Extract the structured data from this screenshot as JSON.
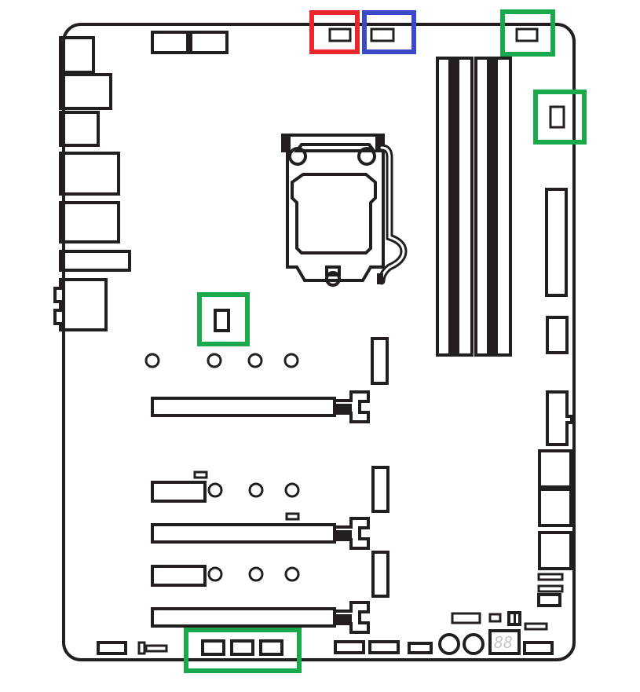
{
  "board": {
    "outline_color": "#231f20",
    "background": "#ffffff"
  },
  "highlights": [
    {
      "id": "top-red-header",
      "color": "#e8262b"
    },
    {
      "id": "top-blue-header",
      "color": "#3b48c8"
    },
    {
      "id": "top-right-green-header",
      "color": "#1aaa4b"
    },
    {
      "id": "right-green-header",
      "color": "#1aaa4b"
    },
    {
      "id": "center-green-header",
      "color": "#1aaa4b"
    },
    {
      "id": "bottom-green-headers",
      "color": "#1aaa4b"
    }
  ],
  "debug_display": {
    "text": "88",
    "color": "#c8c8c8"
  },
  "icons": [
    "cpu-socket-icon",
    "dimm-slot-icon",
    "pcie-slot-icon",
    "m2-slot-icon",
    "io-port-icon",
    "header-icon"
  ]
}
